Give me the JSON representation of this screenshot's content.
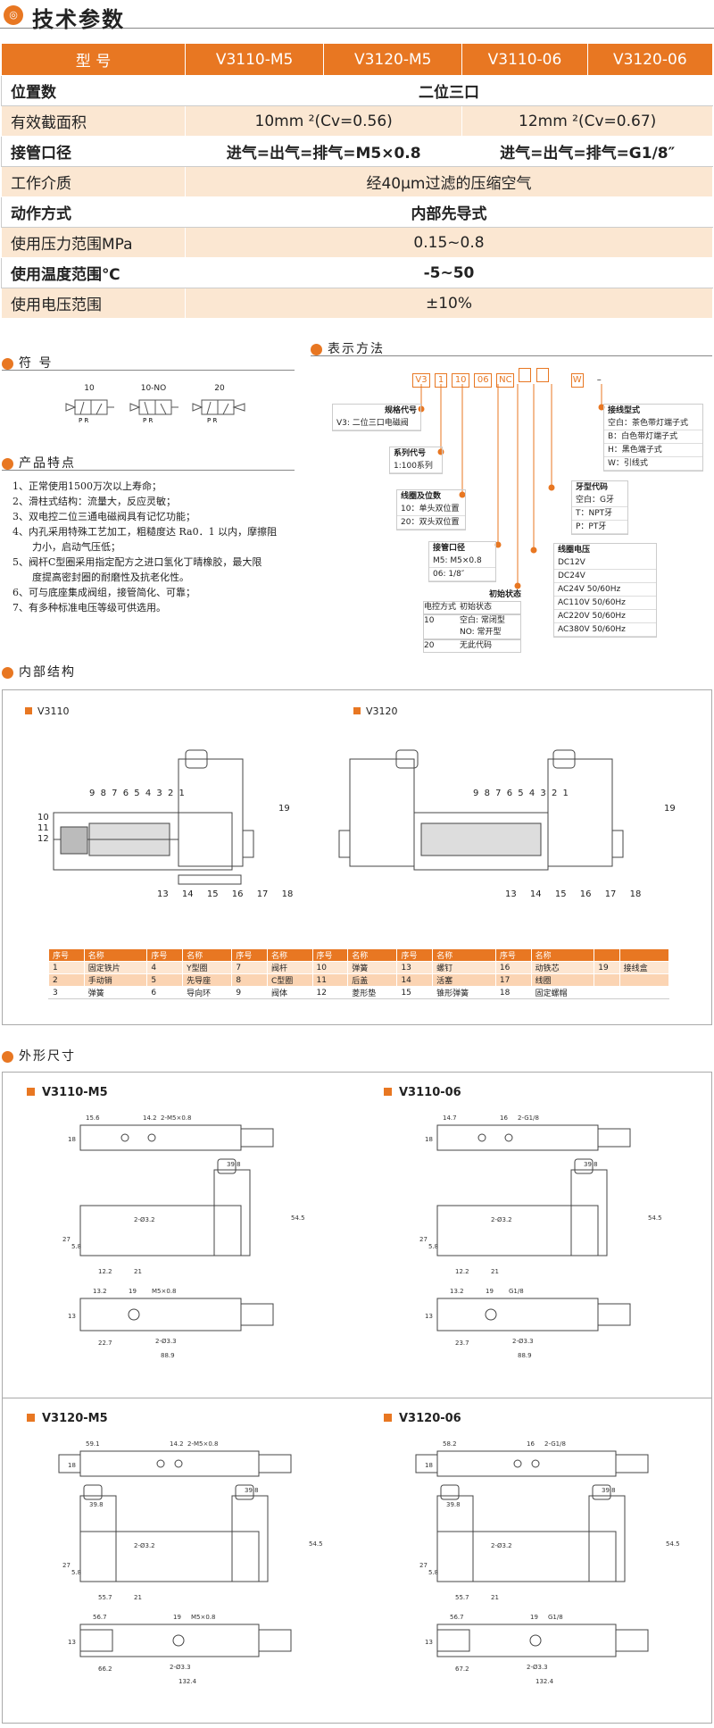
{
  "title": "技术参数",
  "spec": {
    "header": [
      "型 号",
      "V3110-M5",
      "V3120-M5",
      "V3110-06",
      "V3120-06"
    ],
    "rows": [
      {
        "label": "位置数",
        "values": [
          "二位三口"
        ]
      },
      {
        "label": "有效截面积",
        "values": [
          "10mm ²(Cv=0.56)",
          "12mm ²(Cv=0.67)"
        ]
      },
      {
        "label": "接管口径",
        "values": [
          "进气=出气=排气=M5×0.8",
          "进气=出气=排气=G1/8″"
        ]
      },
      {
        "label": "工作介质",
        "values": [
          "经40μm过滤的压缩空气"
        ]
      },
      {
        "label": "动作方式",
        "values": [
          "内部先导式"
        ]
      },
      {
        "label": "使用压力范围MPa",
        "values": [
          "0.15~0.8"
        ]
      },
      {
        "label": "使用温度范围℃",
        "values": [
          "-5~50"
        ]
      },
      {
        "label": "使用电压范围",
        "values": [
          "±10%"
        ]
      }
    ]
  },
  "symbols": {
    "title": "符 号",
    "items": [
      "10",
      "10-NO",
      "20"
    ],
    "ports": [
      "P",
      "R"
    ]
  },
  "features": {
    "title": "产品特点",
    "items": [
      "1、正常使用1500万次以上寿命；",
      "2、滑柱式结构：流量大，反应灵敏；",
      "3、双电控二位三通电磁阀具有记忆功能；",
      "4、内孔采用特殊工艺加工，粗糙度达 Ra0．1 以内，摩擦阻",
      "　　力小，启动气压低；",
      "5、阀杆C型圈采用指定配方之进口氢化丁晴橡胶，最大限",
      "　　度提高密封圈的耐磨性及抗老化性。",
      "6、可与底座集成阀组，接管简化、可靠；",
      "7、有多种标准电压等级可供选用。"
    ]
  },
  "ordering": {
    "title": "表示方法",
    "code": [
      "V3",
      "1",
      "10",
      "06",
      "NC",
      "",
      "",
      "W",
      "–"
    ],
    "groups": [
      {
        "title": "规格代号",
        "lines": [
          "V3: 二位三口电磁阀"
        ]
      },
      {
        "title": "系列代号",
        "lines": [
          "1:100系列"
        ]
      },
      {
        "title": "线圈及位数",
        "lines": [
          "10：单头双位置",
          "20：双头双位置"
        ]
      },
      {
        "title": "接管口径",
        "lines": [
          "M5: M5×0.8",
          "06: 1/8″"
        ]
      },
      {
        "title": "初始状态",
        "lines": [
          "电控方式",
          "初始状态",
          "10",
          "空白: 常闭型",
          "NO: 常开型",
          "20",
          "无此代码"
        ]
      },
      {
        "title": "线圈电压",
        "lines": [
          "DC12V",
          "DC24V",
          "AC24V   50/60Hz",
          "AC110V  50/60Hz",
          "AC220V  50/60Hz",
          "AC380V  50/60Hz"
        ]
      },
      {
        "title": "牙型代码",
        "lines": [
          "空白：G牙",
          "T：NPT牙",
          "P：PT牙"
        ]
      },
      {
        "title": "接线型式",
        "lines": [
          "空白：茶色带灯端子式",
          "B：白色带灯端子式",
          "H：黑色端子式",
          "W：引线式"
        ]
      }
    ]
  },
  "structure": {
    "title": "内部结构",
    "labels": [
      "V3110",
      "V3120"
    ],
    "callouts_top": [
      "9",
      "8",
      "7",
      "6",
      "5",
      "4",
      "3",
      "2",
      "1"
    ],
    "callouts_left": [
      "10",
      "11",
      "12"
    ],
    "callouts_bottom": [
      "13",
      "14",
      "15",
      "16",
      "17",
      "18"
    ],
    "callout_right": "19",
    "parts_header": [
      "序号",
      "名称",
      "序号",
      "名称",
      "序号",
      "名称",
      "序号",
      "名称",
      "序号",
      "名称",
      "序号",
      "名称"
    ],
    "parts_rows": [
      [
        "1",
        "固定铁片",
        "4",
        "Y型圈",
        "7",
        "阀杆",
        "10",
        "弹簧",
        "13",
        "螺钉",
        "16",
        "动铁芯",
        "19",
        "接线盒"
      ],
      [
        "2",
        "手动销",
        "5",
        "先导座",
        "8",
        "C型圈",
        "11",
        "后盖",
        "14",
        "活塞",
        "17",
        "线圈",
        "",
        ""
      ],
      [
        "3",
        "弹簧",
        "6",
        "导向环",
        "9",
        "阀体",
        "12",
        "菱形垫",
        "15",
        "锥形弹簧",
        "18",
        "固定螺帽",
        "",
        ""
      ]
    ]
  },
  "dimensions": {
    "title": "外形尺寸",
    "models": [
      {
        "name": "V3110-M5",
        "top": [
          "15.6",
          "14.2",
          "2-M5×0.8"
        ],
        "side_h": "18",
        "w1": "39.8",
        "hole": "2-Ø3.2",
        "h1": "27",
        "h2": "5.8",
        "h3": "54.5",
        "b1": "12.2",
        "b2": "21",
        "bt1": "13.2",
        "bt2": "19",
        "port": "M5×0.8",
        "bh": "13",
        "bb1": "22.7",
        "bhole": "2-Ø3.3",
        "total": "88.9"
      },
      {
        "name": "V3110-06",
        "top": [
          "14.7",
          "16",
          "2-G1/8"
        ],
        "side_h": "18",
        "w1": "39.8",
        "hole": "2-Ø3.2",
        "h1": "27",
        "h2": "5.8",
        "h3": "54.5",
        "b1": "12.2",
        "b2": "21",
        "bt1": "13.2",
        "bt2": "19",
        "port": "G1/8",
        "bh": "13",
        "bb1": "23.7",
        "bhole": "2-Ø3.3",
        "total": "88.9"
      },
      {
        "name": "V3120-M5",
        "top": [
          "59.1",
          "14.2",
          "2-M5×0.8"
        ],
        "side_h": "18",
        "w1": "39.8",
        "w2": "39.8",
        "hole": "2-Ø3.2",
        "h1": "27",
        "h2": "5.8",
        "h3": "54.5",
        "b1": "55.7",
        "b2": "21",
        "bt1": "56.7",
        "bt2": "19",
        "port": "M5×0.8",
        "bh": "13",
        "bb1": "66.2",
        "bhole": "2-Ø3.3",
        "total": "132.4"
      },
      {
        "name": "V3120-06",
        "top": [
          "58.2",
          "16",
          "2-G1/8"
        ],
        "side_h": "18",
        "w1": "39.8",
        "w2": "39.8",
        "hole": "2-Ø3.2",
        "h1": "27",
        "h2": "5.8",
        "h3": "54.5",
        "b1": "55.7",
        "b2": "21",
        "bt1": "56.7",
        "bt2": "19",
        "port": "G1/8",
        "bh": "13",
        "bb1": "67.2",
        "bhole": "2-Ø3.3",
        "total": "132.4"
      }
    ]
  },
  "colors": {
    "accent": "#e87722",
    "light": "#fbe7d2"
  }
}
